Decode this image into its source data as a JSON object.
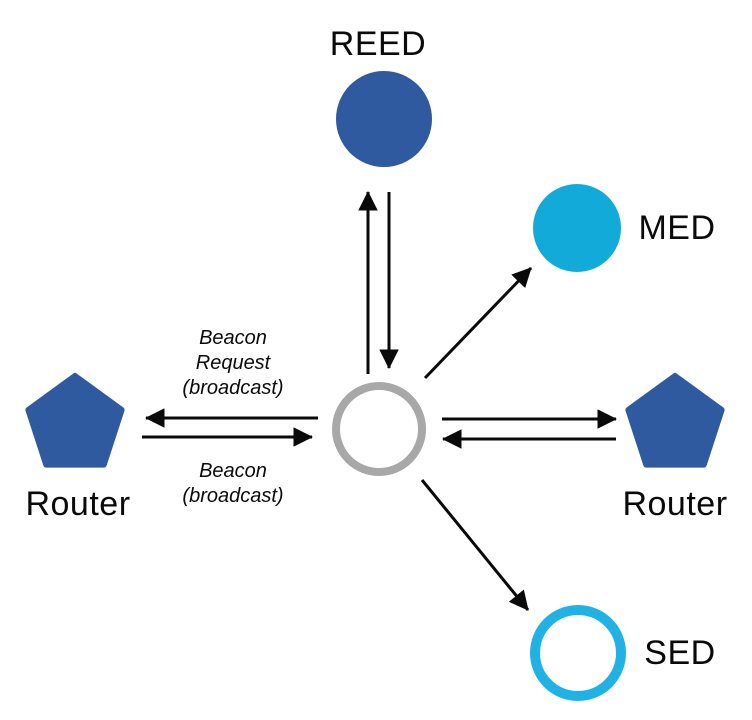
{
  "colors": {
    "node_blue": "#2F5AA0",
    "med_cyan": "#12ABD9",
    "sed_ring": "#20B2E4",
    "joiner_ring": "#A8A8A8",
    "arrow": "#0A0A0A",
    "text": "#0A0A0A",
    "background": "#FFFFFF"
  },
  "nodes": {
    "reed": {
      "label": "REED",
      "shape": "filled-circle"
    },
    "med": {
      "label": "MED",
      "shape": "filled-circle"
    },
    "sed": {
      "label": "SED",
      "shape": "outlined-circle"
    },
    "router_left": {
      "label": "Router",
      "shape": "pentagon"
    },
    "router_right": {
      "label": "Router",
      "shape": "pentagon"
    },
    "joiner": {
      "label": "",
      "shape": "outlined-circle"
    }
  },
  "annotations": {
    "beacon_request": [
      "Beacon",
      "Request",
      "(broadcast)"
    ],
    "beacon": [
      "Beacon",
      "(broadcast)"
    ]
  }
}
